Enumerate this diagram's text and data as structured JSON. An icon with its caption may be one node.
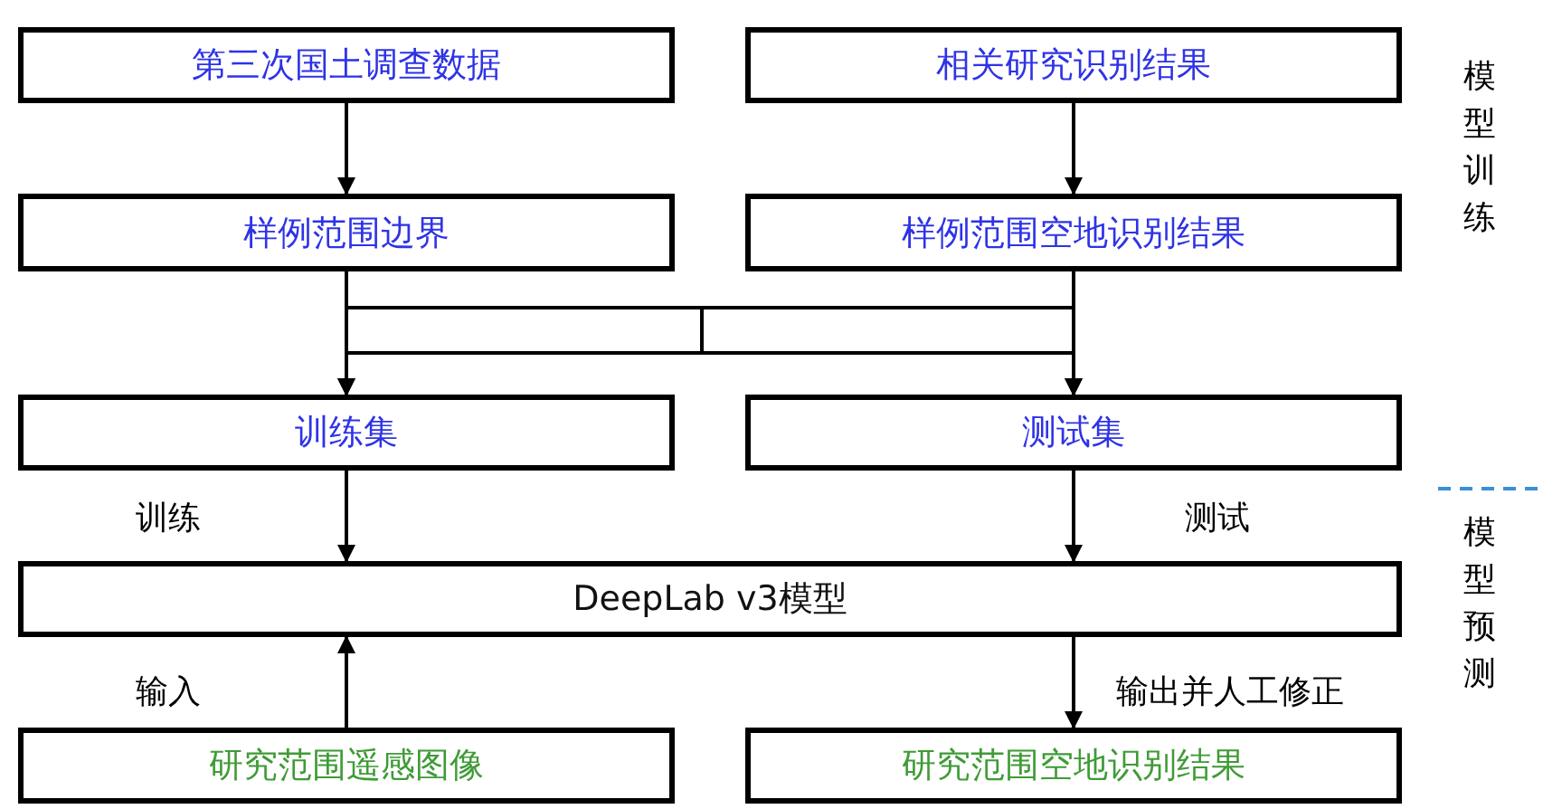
{
  "diagram": {
    "nodes": [
      {
        "text": [
          "第三次国土调查数据"
        ]
      },
      {
        "text": [
          "相关研究识别结果"
        ]
      },
      {
        "text": [
          "样例范围边界"
        ]
      },
      {
        "text": [
          "样例范围空地识别结果"
        ]
      },
      {
        "text": [
          "训练集"
        ]
      },
      {
        "text": [
          "测试集"
        ]
      },
      {
        "text": [
          "DeepLab v3模型"
        ]
      },
      {
        "text": [
          "研究范围遥感图像"
        ]
      },
      {
        "text": [
          "研究范围空地识别结果"
        ]
      }
    ],
    "edges": [
      {
        "from": 0,
        "to": 2,
        "arrow": "to"
      },
      {
        "from": 1,
        "to": 3,
        "arrow": "to"
      },
      {
        "from": 2,
        "to": 4,
        "arrow": "to"
      },
      {
        "from": 2,
        "to": 5,
        "arrow": "to"
      },
      {
        "from": 3,
        "to": 4,
        "arrow": "to"
      },
      {
        "from": 3,
        "to": 5,
        "arrow": "to"
      },
      {
        "from": 4,
        "to": 6,
        "arrow": "to",
        "label": "训练"
      },
      {
        "from": 5,
        "to": 6,
        "arrow": "to",
        "label": "测试"
      },
      {
        "from": 7,
        "to": 6,
        "arrow": "to",
        "label": "输入"
      },
      {
        "from": 6,
        "to": 8,
        "arrow": "to",
        "label": "输出并人工修正"
      }
    ],
    "labels": [
      "模型训练",
      "模型预测"
    ]
  }
}
